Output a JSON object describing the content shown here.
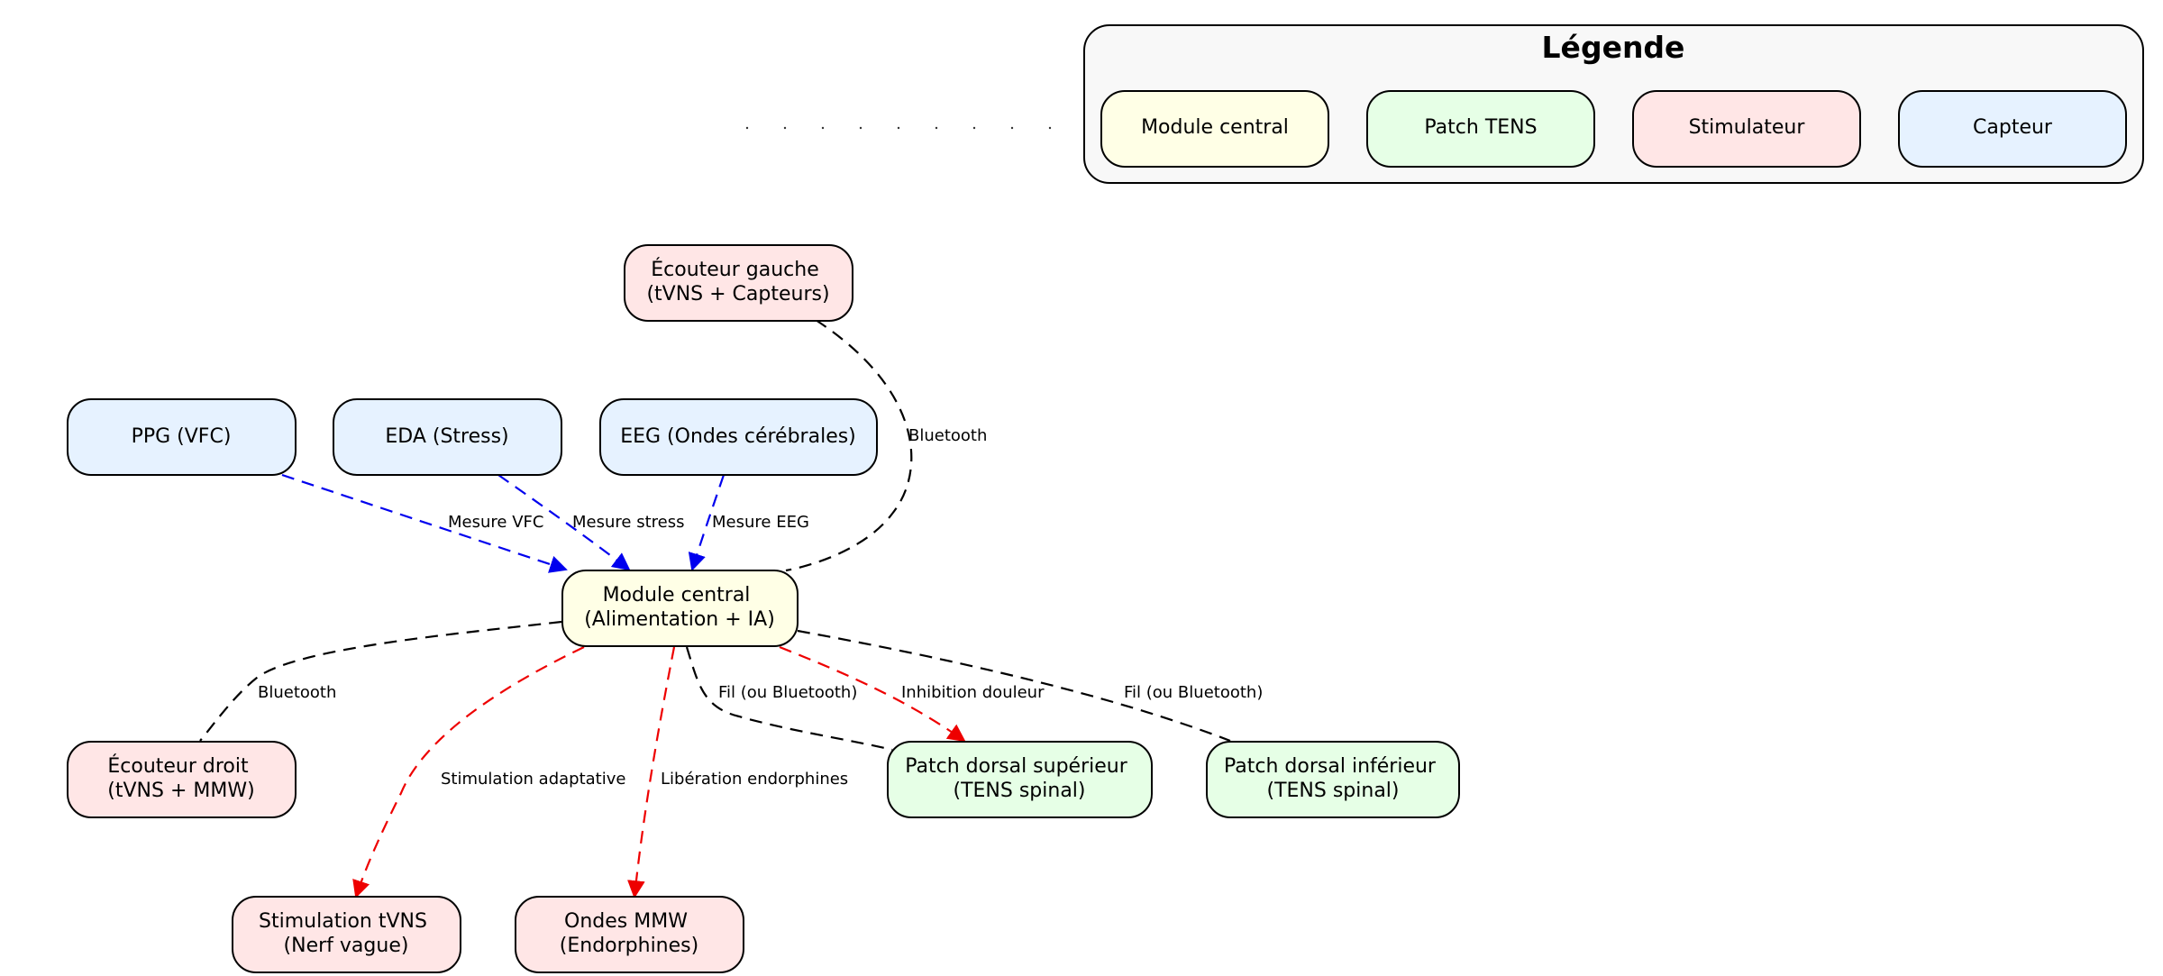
{
  "colors": {
    "module": "#ffffe6",
    "patch": "#e6ffe6",
    "stimulator": "#ffe6e6",
    "sensor": "#e6f2ff",
    "legend_bg": "#f8f8f8",
    "edge_black": "#000000",
    "edge_blue": "#0000ee",
    "edge_red": "#ee0000"
  },
  "legend": {
    "title": "Légende",
    "items": [
      {
        "label": "Module central",
        "kind": "module"
      },
      {
        "label": "Patch TENS",
        "kind": "patch"
      },
      {
        "label": "Stimulateur",
        "kind": "stimulator"
      },
      {
        "label": "Capteur",
        "kind": "sensor"
      }
    ]
  },
  "nodes": {
    "ecouteur_gauche": {
      "line1": "Écouteur gauche",
      "line2": "(tVNS + Capteurs)",
      "kind": "stimulator"
    },
    "ppg": {
      "line1": "PPG (VFC)",
      "line2": "",
      "kind": "sensor"
    },
    "eda": {
      "line1": "EDA (Stress)",
      "line2": "",
      "kind": "sensor"
    },
    "eeg": {
      "line1": "EEG (Ondes cérébrales)",
      "line2": "",
      "kind": "sensor"
    },
    "module_central": {
      "line1": "Module central",
      "line2": "(Alimentation + IA)",
      "kind": "module"
    },
    "ecouteur_droit": {
      "line1": "Écouteur droit",
      "line2": "(tVNS + MMW)",
      "kind": "stimulator"
    },
    "patch_superieur": {
      "line1": "Patch dorsal supérieur",
      "line2": "(TENS spinal)",
      "kind": "patch"
    },
    "patch_inferieur": {
      "line1": "Patch dorsal inférieur",
      "line2": "(TENS spinal)",
      "kind": "patch"
    },
    "stimulation_tvns": {
      "line1": "Stimulation tVNS",
      "line2": "(Nerf vague)",
      "kind": "stimulator"
    },
    "ondes_mmw": {
      "line1": "Ondes MMW",
      "line2": "(Endorphines)",
      "kind": "stimulator"
    }
  },
  "edges": {
    "bluetooth_gauche": "Bluetooth",
    "mesure_vfc": "Mesure VFC",
    "mesure_stress": "Mesure stress",
    "mesure_eeg": "Mesure EEG",
    "bluetooth_droit": "Bluetooth",
    "fil_superieur": "Fil (ou Bluetooth)",
    "inhibition_douleur": "Inhibition douleur",
    "fil_inferieur": "Fil (ou Bluetooth)",
    "stimulation_adaptative": "Stimulation adaptative",
    "liberation_endorphines": "Libération endorphines"
  }
}
